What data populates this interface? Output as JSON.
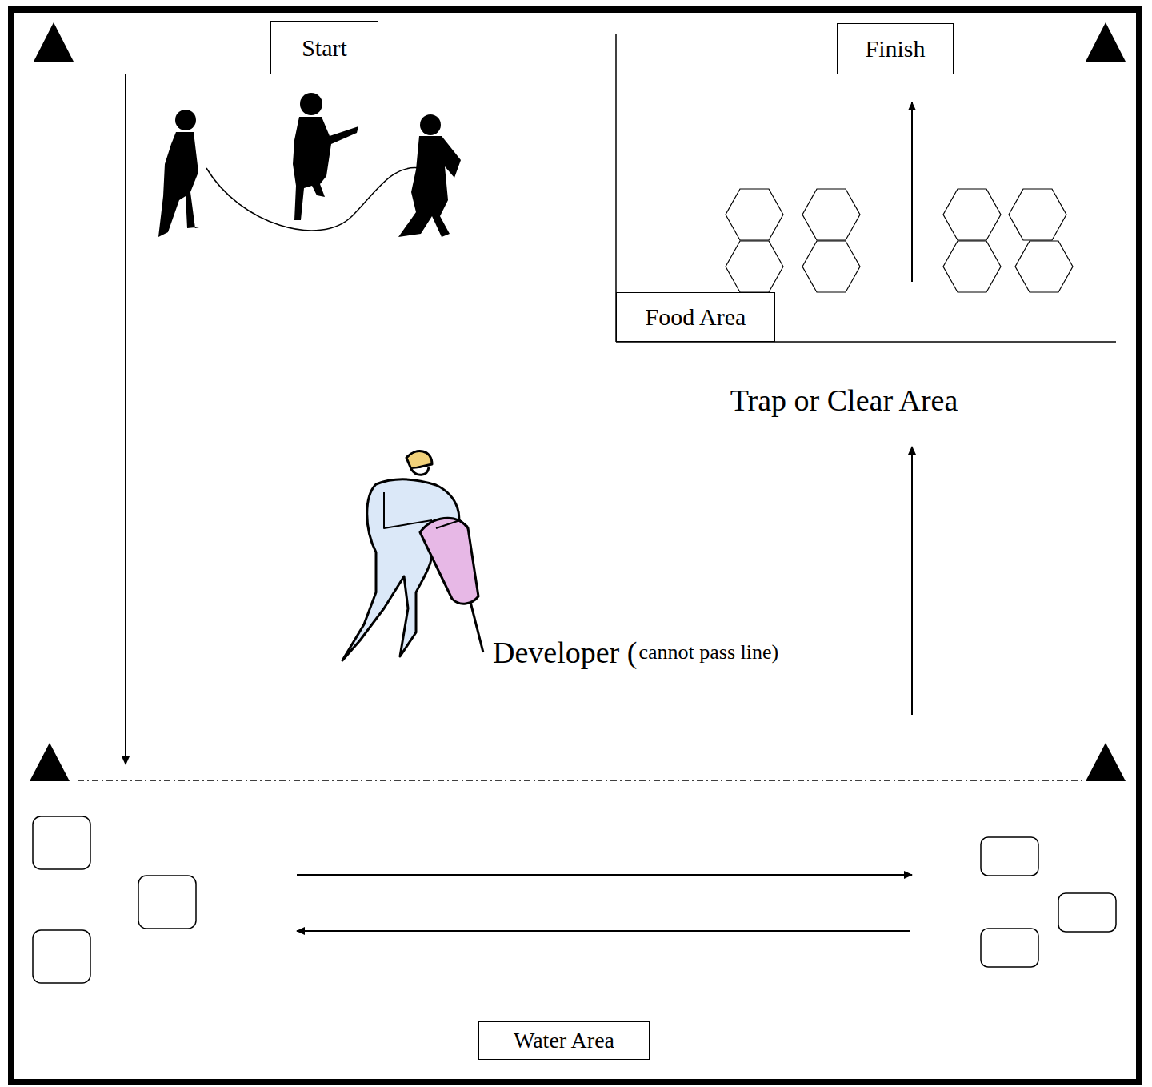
{
  "diagram": {
    "nodes": [
      {
        "text": [
          "Start"
        ]
      },
      {
        "text": [
          "Finish"
        ]
      },
      {
        "text": [
          "Food Area"
        ]
      },
      {
        "text": [
          "Water Area"
        ]
      }
    ],
    "labels": [
      "Trap or Clear Area",
      "Developer (",
      "cannot pass line)"
    ]
  }
}
